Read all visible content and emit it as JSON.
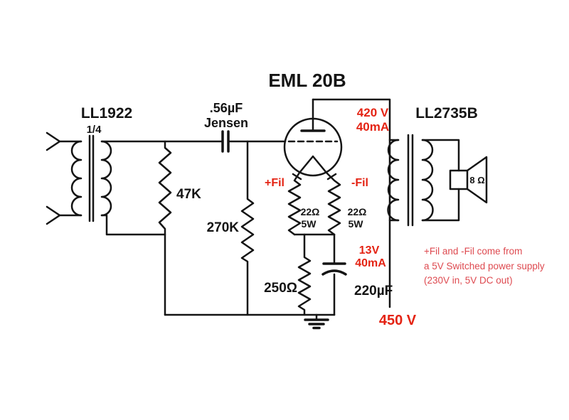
{
  "colors": {
    "ink": "#141414",
    "red": "#e42313",
    "note_red": "#de4a50",
    "bg": "#ffffff"
  },
  "title": "EML 20B",
  "input": {
    "transformer_name": "LL1922",
    "transformer_ratio": "1/4"
  },
  "coupling": {
    "cap_value": ".56µF",
    "cap_brand": "Jensen"
  },
  "resistors": {
    "grid_load": "47K",
    "grid_leak": "270K",
    "cathode": "250Ω",
    "fil_left_value": "22Ω",
    "fil_left_power": "5W",
    "fil_right_value": "22Ω",
    "fil_right_power": "5W"
  },
  "caps": {
    "cathode_bypass": "220µF"
  },
  "tube": {
    "plate_voltage": "420 V",
    "plate_current": "40mA",
    "fil_plus": "+Fil",
    "fil_minus": "-Fil",
    "cathode_voltage": "13V",
    "cathode_current": "40mA"
  },
  "output": {
    "transformer_name": "LL2735B",
    "speaker_impedance": "8 Ω",
    "supply_voltage": "450 V"
  },
  "note": {
    "line1": "+Fil and -Fil  come from",
    "line2": "a 5V Switched power supply",
    "line3": "(230V in,  5V DC out)"
  }
}
